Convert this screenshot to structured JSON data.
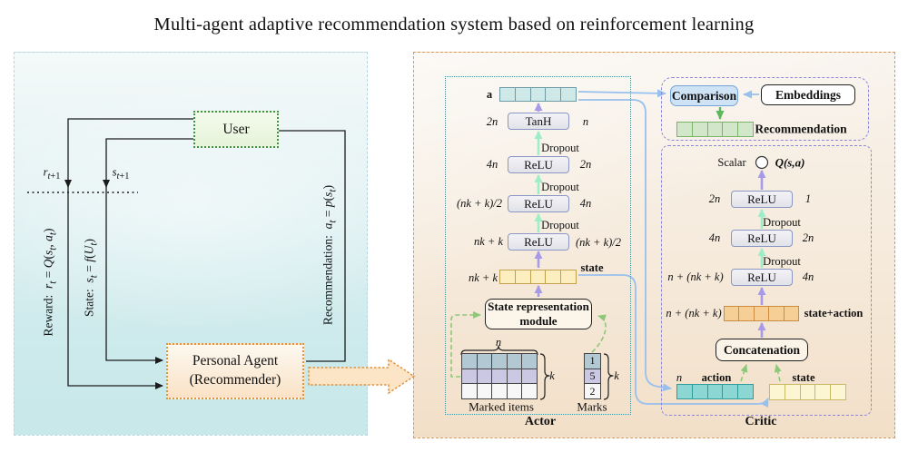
{
  "title": "Multi-agent adaptive recommendation system based on reinforcement learning",
  "left_panel": {
    "user_label": "User",
    "agent_line1": "Personal Agent",
    "agent_line2": "(Recommender)",
    "reward_label_html": "Reward:&nbsp;&nbsp;<i>r</i><sub><i>t</i></sub> = <i>Q</i>(<i>s</i><sub><i>t</i></sub>, <i>a</i><sub><i>t</i></sub>)",
    "state_label_html": "State:&nbsp;&nbsp;<i>s</i><sub><i>t</i></sub> = <i>f</i>(<i>U</i><sub><i>t</i></sub>)",
    "recommendation_label_html": "Recommendation:&nbsp;&nbsp;<i>a</i><sub><i>t</i></sub> = <i>p</i>(<i>s</i><sub><i>t</i></sub>)",
    "reward_next_html": "<i>r</i><sub><i>t</i>+1</sub>",
    "state_next_html": "<i>s</i><sub><i>t</i>+1</sub>"
  },
  "actor": {
    "section_label": "Actor",
    "output_vector_label": "a",
    "dropout_label": "Dropout",
    "layers": [
      {
        "name": "TanH",
        "left_dim": "2n",
        "right_dim": "n"
      },
      {
        "name": "ReLU",
        "left_dim": "4n",
        "right_dim": "2n"
      },
      {
        "name": "ReLU",
        "left_dim": "(nk + k)/2",
        "right_dim": "4n"
      },
      {
        "name": "ReLU",
        "left_dim": "nk + k",
        "right_dim": "(nk + k)/2"
      }
    ],
    "state_vector": {
      "dim_label": "nk + k",
      "name_label": "state"
    },
    "module_line1": "State representation",
    "module_line2": "module",
    "marked_items": {
      "caption": "Marked items",
      "cols_label": "n",
      "rows_label": "k"
    },
    "marks": {
      "caption": "Marks",
      "rows_label": "k",
      "values": [
        "1",
        "5",
        "2"
      ]
    }
  },
  "recommendation_section": {
    "comparison_label": "Comparison",
    "embeddings_label": "Embeddings",
    "recommendation_label": "Recommendation"
  },
  "critic": {
    "section_label": "Critic",
    "scalar_label": "Scalar",
    "q_value_label": "Q(s,a)",
    "dropout_label": "Dropout",
    "layers": [
      {
        "name": "ReLU",
        "left_dim": "2n",
        "right_dim": "1"
      },
      {
        "name": "ReLU",
        "left_dim": "4n",
        "right_dim": "2n"
      },
      {
        "name": "ReLU",
        "left_dim": "n + (nk + k)",
        "right_dim": "4n"
      }
    ],
    "state_action_vector": {
      "dim_label": "n + (nk + k)",
      "name_label": "state+action"
    },
    "concatenation_label": "Concatenation",
    "action_vector": {
      "dim_label": "n",
      "name_label": "action"
    },
    "state_vector": {
      "name_label": "state"
    }
  },
  "colors": {
    "left_panel_bg": "#cdeaec",
    "right_panel_bg": "#f2dfc8",
    "left_panel_border": "#b9d6e4",
    "right_panel_border": "#d9995c",
    "actor_border": "#46929e",
    "critic_border": "#8b87dd",
    "purple_arrow": "#a79ae8",
    "mint_arrow": "#9deec6",
    "blue_line": "#98c0ee",
    "green_arrow": "#5cb85c",
    "green_dashed": "#8cc878",
    "orange_accent": "#e0943c",
    "user_green_border": "#3f9343",
    "vector_a": "#cfe9e9",
    "vector_state_actor": "#fdeec0",
    "vector_recommendation": "#d2e7ca",
    "vector_state_action": "#f6cf96",
    "vector_action": "#8cd7d4",
    "vector_state_critic": "#fdf6d3",
    "comparison_fill": "#cfe3f7"
  }
}
